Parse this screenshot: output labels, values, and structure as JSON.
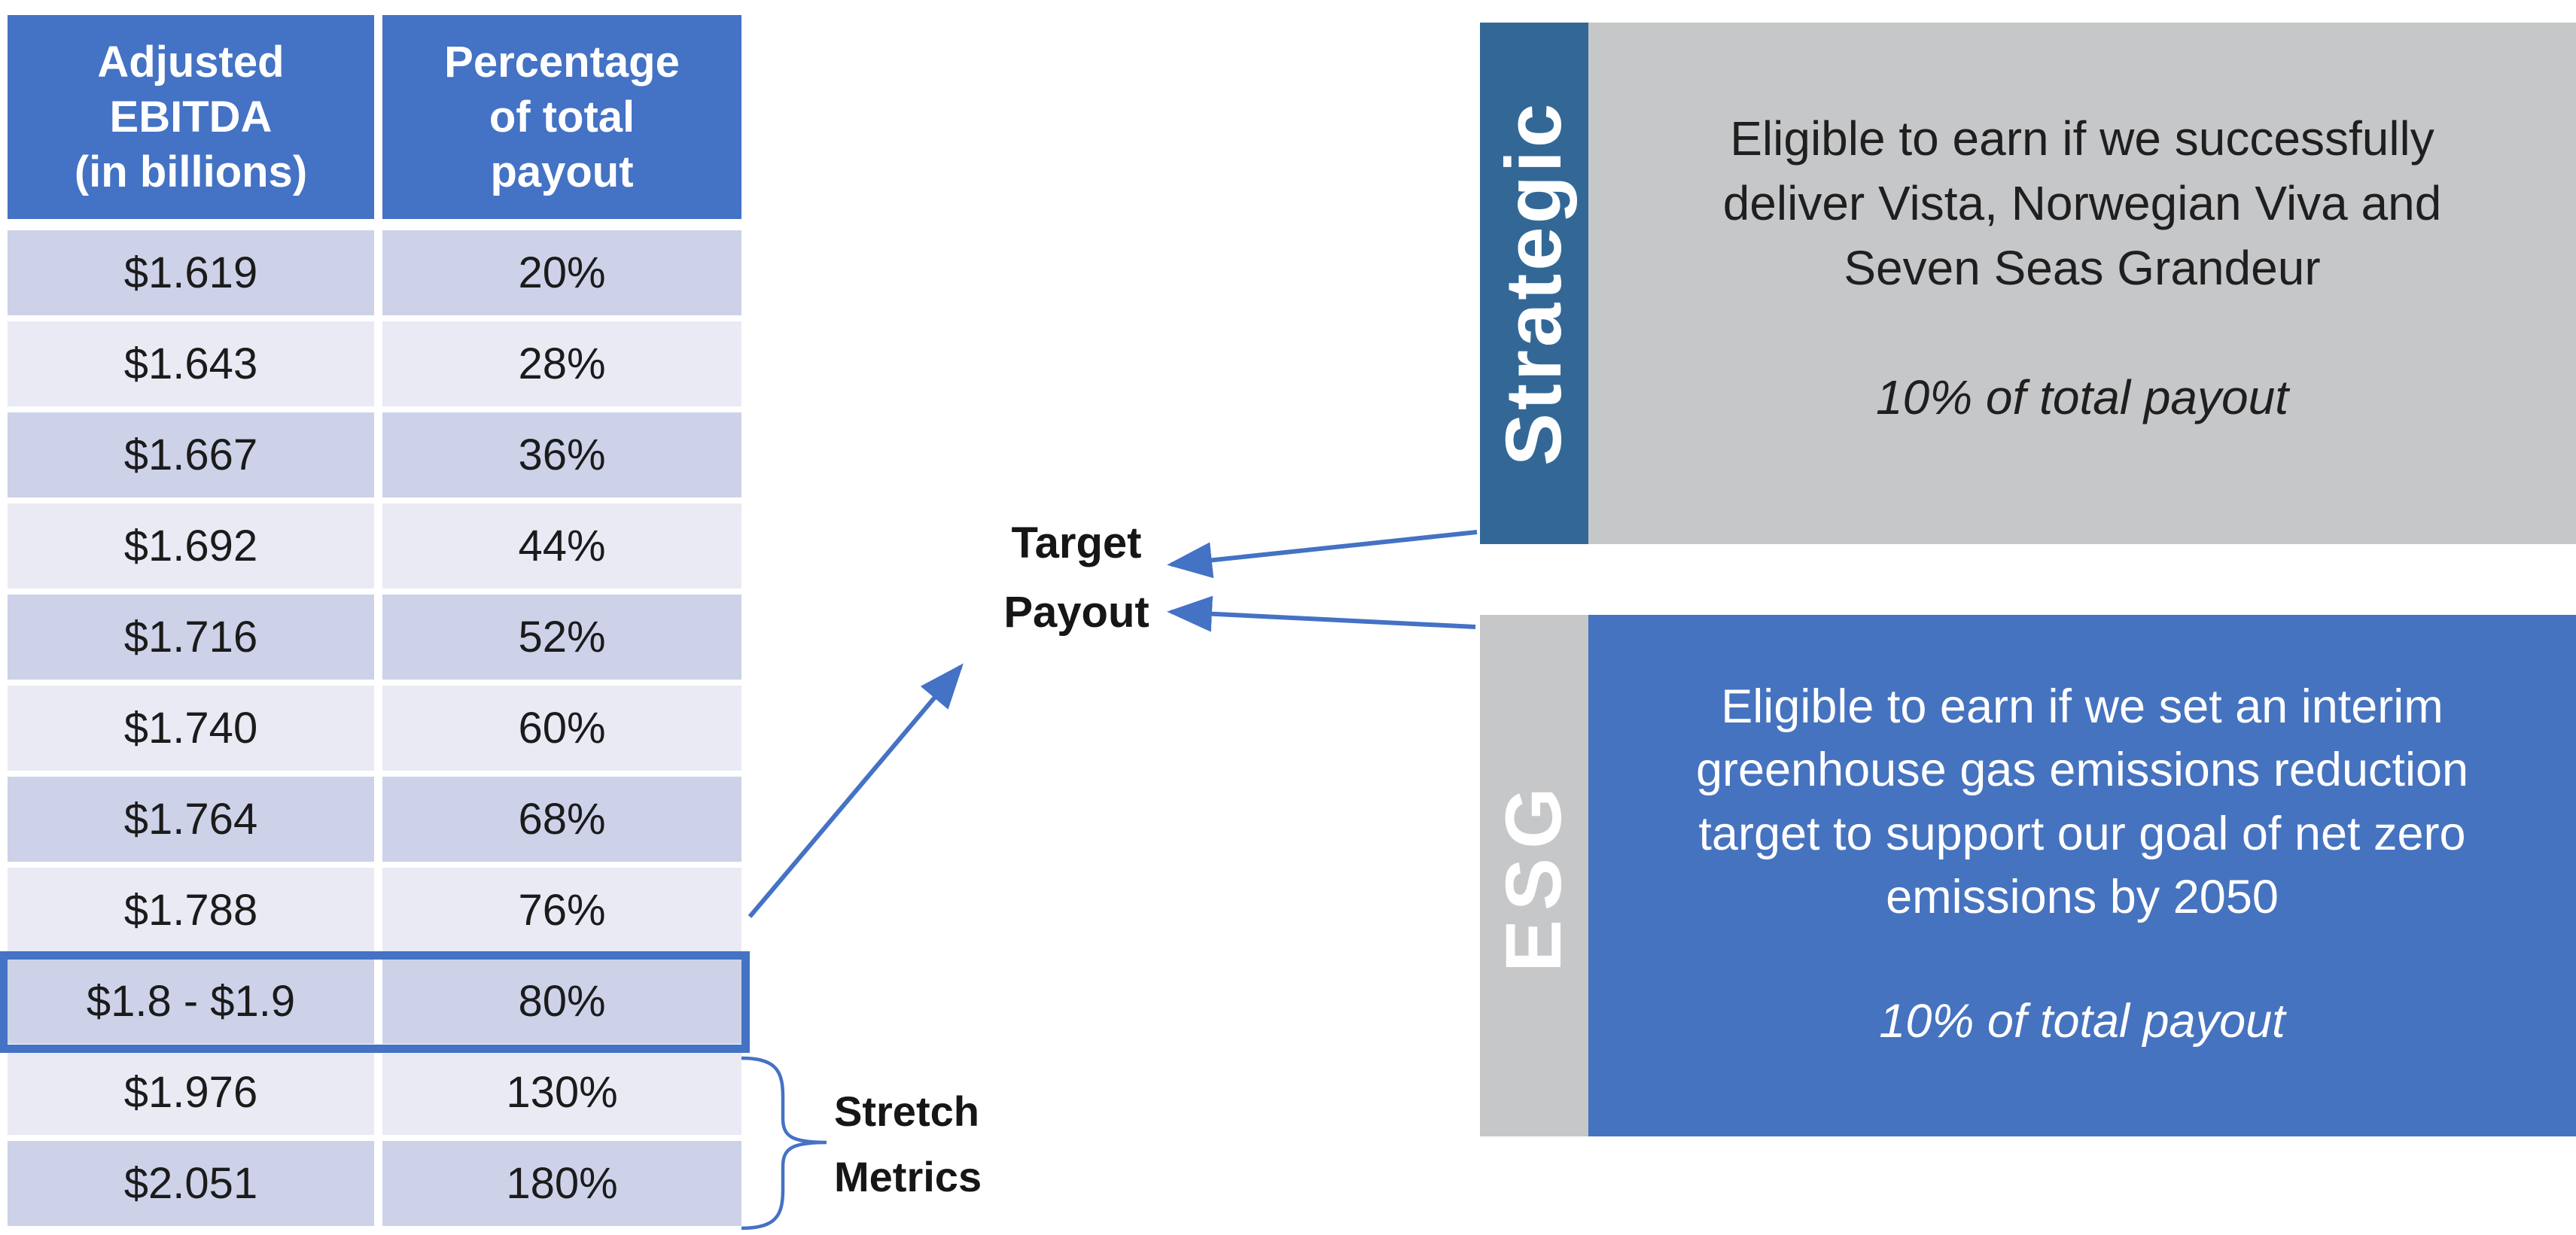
{
  "table": {
    "col1_header": "Adjusted\nEBITDA\n(in billions)",
    "col2_header": "Percentage\nof total\npayout",
    "rows": [
      {
        "ebitda": "$1.619",
        "payout": "20%"
      },
      {
        "ebitda": "$1.643",
        "payout": "28%"
      },
      {
        "ebitda": "$1.667",
        "payout": "36%"
      },
      {
        "ebitda": "$1.692",
        "payout": "44%"
      },
      {
        "ebitda": "$1.716",
        "payout": "52%"
      },
      {
        "ebitda": "$1.740",
        "payout": "60%"
      },
      {
        "ebitda": "$1.764",
        "payout": "68%"
      },
      {
        "ebitda": "$1.788",
        "payout": "76%"
      },
      {
        "ebitda": "$1.8 - $1.9",
        "payout": "80%",
        "highlight": true
      },
      {
        "ebitda": "$1.976",
        "payout": "130%",
        "stretch": true
      },
      {
        "ebitda": "$2.051",
        "payout": "180%",
        "stretch": true
      }
    ]
  },
  "annotations": {
    "target_payout_label": "Target\nPayout",
    "stretch_metrics_label": "Stretch\nMetrics"
  },
  "strategic_box": {
    "label": "Strategic",
    "body_text": "Eligible to earn if we successfully\ndeliver Vista, Norwegian Viva and\nSeven Seas Grandeur",
    "payout_note": "10% of total payout"
  },
  "esg_box": {
    "label": "ESG",
    "body_text": "Eligible to earn if we set an interim\ngreenhouse gas emissions reduction\ntarget to support our goal of net zero\nemissions by 2050",
    "payout_note": "10% of total payout"
  },
  "colors": {
    "accent_blue": "#4472C4",
    "steel_blue": "#336896",
    "body_gray": "#C6C7C9",
    "esg_body_blue": "#4673BF",
    "row_dark": "#CDD2E9",
    "row_light": "#E9EAF4",
    "header_text": "#FFFFFF",
    "cell_text": "#1B1B1B"
  }
}
